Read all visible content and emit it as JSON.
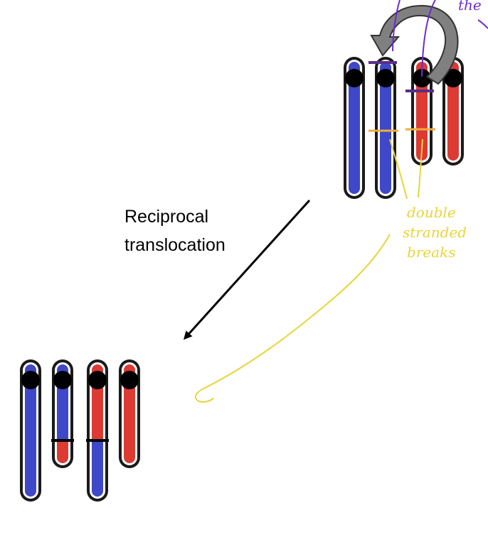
{
  "diagram": {
    "label_line1": "Reciprocal",
    "label_line2": "translocation",
    "annotation_lines": [
      "double",
      "stranded",
      "breaks"
    ],
    "top_annotation_fragment": "the",
    "colors": {
      "blue": "#3f48c8",
      "red": "#dc3a33",
      "centromere": "#000000",
      "outline": "#1a1a1a",
      "purple_marks": "#5a2d8c",
      "orange_marks": "#f2ad3a",
      "yellow_annotation": "#e8d43a",
      "purple_annotation": "#6b2bd6",
      "curved_arrow_fill": "#808080"
    }
  }
}
